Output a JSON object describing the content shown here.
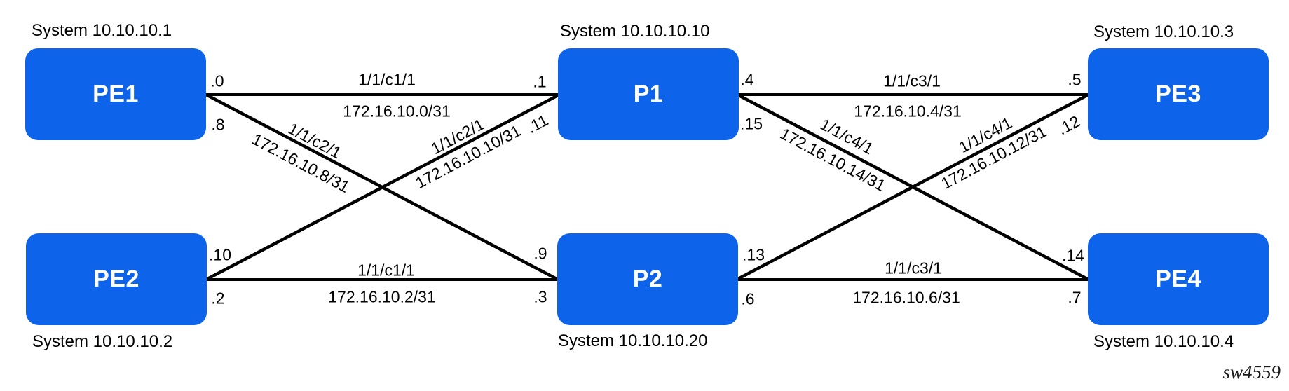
{
  "diagram": {
    "title_note": "",
    "colors": {
      "node_fill": "#0d63e9",
      "node_text": "#ffffff",
      "line": "#000000",
      "background": "#ffffff"
    },
    "watermark": "sw4559",
    "nodes": [
      {
        "id": "pe1",
        "label": "PE1",
        "system": "System 10.10.10.1"
      },
      {
        "id": "p1",
        "label": "P1",
        "system": "System 10.10.10.10"
      },
      {
        "id": "pe3",
        "label": "PE3",
        "system": "System 10.10.10.3"
      },
      {
        "id": "pe2",
        "label": "PE2",
        "system": "System 10.10.10.2"
      },
      {
        "id": "p2",
        "label": "P2",
        "system": "System 10.10.10.20"
      },
      {
        "id": "pe4",
        "label": "PE4",
        "system": "System 10.10.10.4"
      }
    ],
    "links": [
      {
        "name": "pe1-p1",
        "port": "1/1/c1/1",
        "subnet": "172.16.10.0/31",
        "end_a": ".0",
        "end_b": ".1"
      },
      {
        "name": "pe2-p2",
        "port": "1/1/c1/1",
        "subnet": "172.16.10.2/31",
        "end_a": ".2",
        "end_b": ".3"
      },
      {
        "name": "p1-pe3",
        "port": "1/1/c3/1",
        "subnet": "172.16.10.4/31",
        "end_a": ".4",
        "end_b": ".5"
      },
      {
        "name": "p2-pe4",
        "port": "1/1/c3/1",
        "subnet": "172.16.10.6/31",
        "end_a": ".6",
        "end_b": ".7"
      },
      {
        "name": "pe1-p2",
        "port": "1/1/c2/1",
        "subnet": "172.16.10.8/31",
        "end_a": ".8",
        "end_b": ".9"
      },
      {
        "name": "pe2-p1",
        "port": "1/1/c2/1",
        "subnet": "172.16.10.10/31",
        "end_a": ".10",
        "end_b": ".11"
      },
      {
        "name": "p2-pe3",
        "port": "1/1/c4/1",
        "subnet": "172.16.10.12/31",
        "end_a": ".13",
        "end_b": ".12"
      },
      {
        "name": "p1-pe4",
        "port": "1/1/c4/1",
        "subnet": "172.16.10.14/31",
        "end_a": ".15",
        "end_b": ".14"
      }
    ]
  }
}
